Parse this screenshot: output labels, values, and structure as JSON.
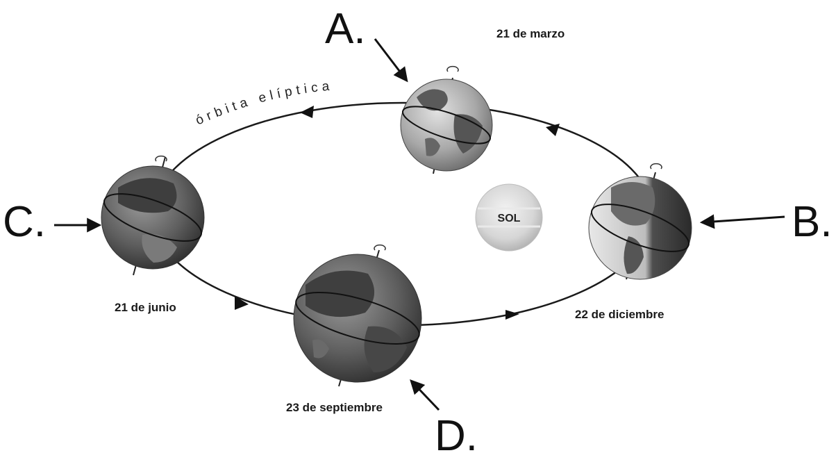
{
  "orbit_label": "órbita elíptica",
  "sun_label": "SOL",
  "dates": {
    "march": "21 de marzo",
    "june": "21 de junio",
    "september": "23 de septiembre",
    "december": "22 de diciembre"
  },
  "letters": {
    "a": "A.",
    "b": "B.",
    "c": "C.",
    "d": "D."
  }
}
